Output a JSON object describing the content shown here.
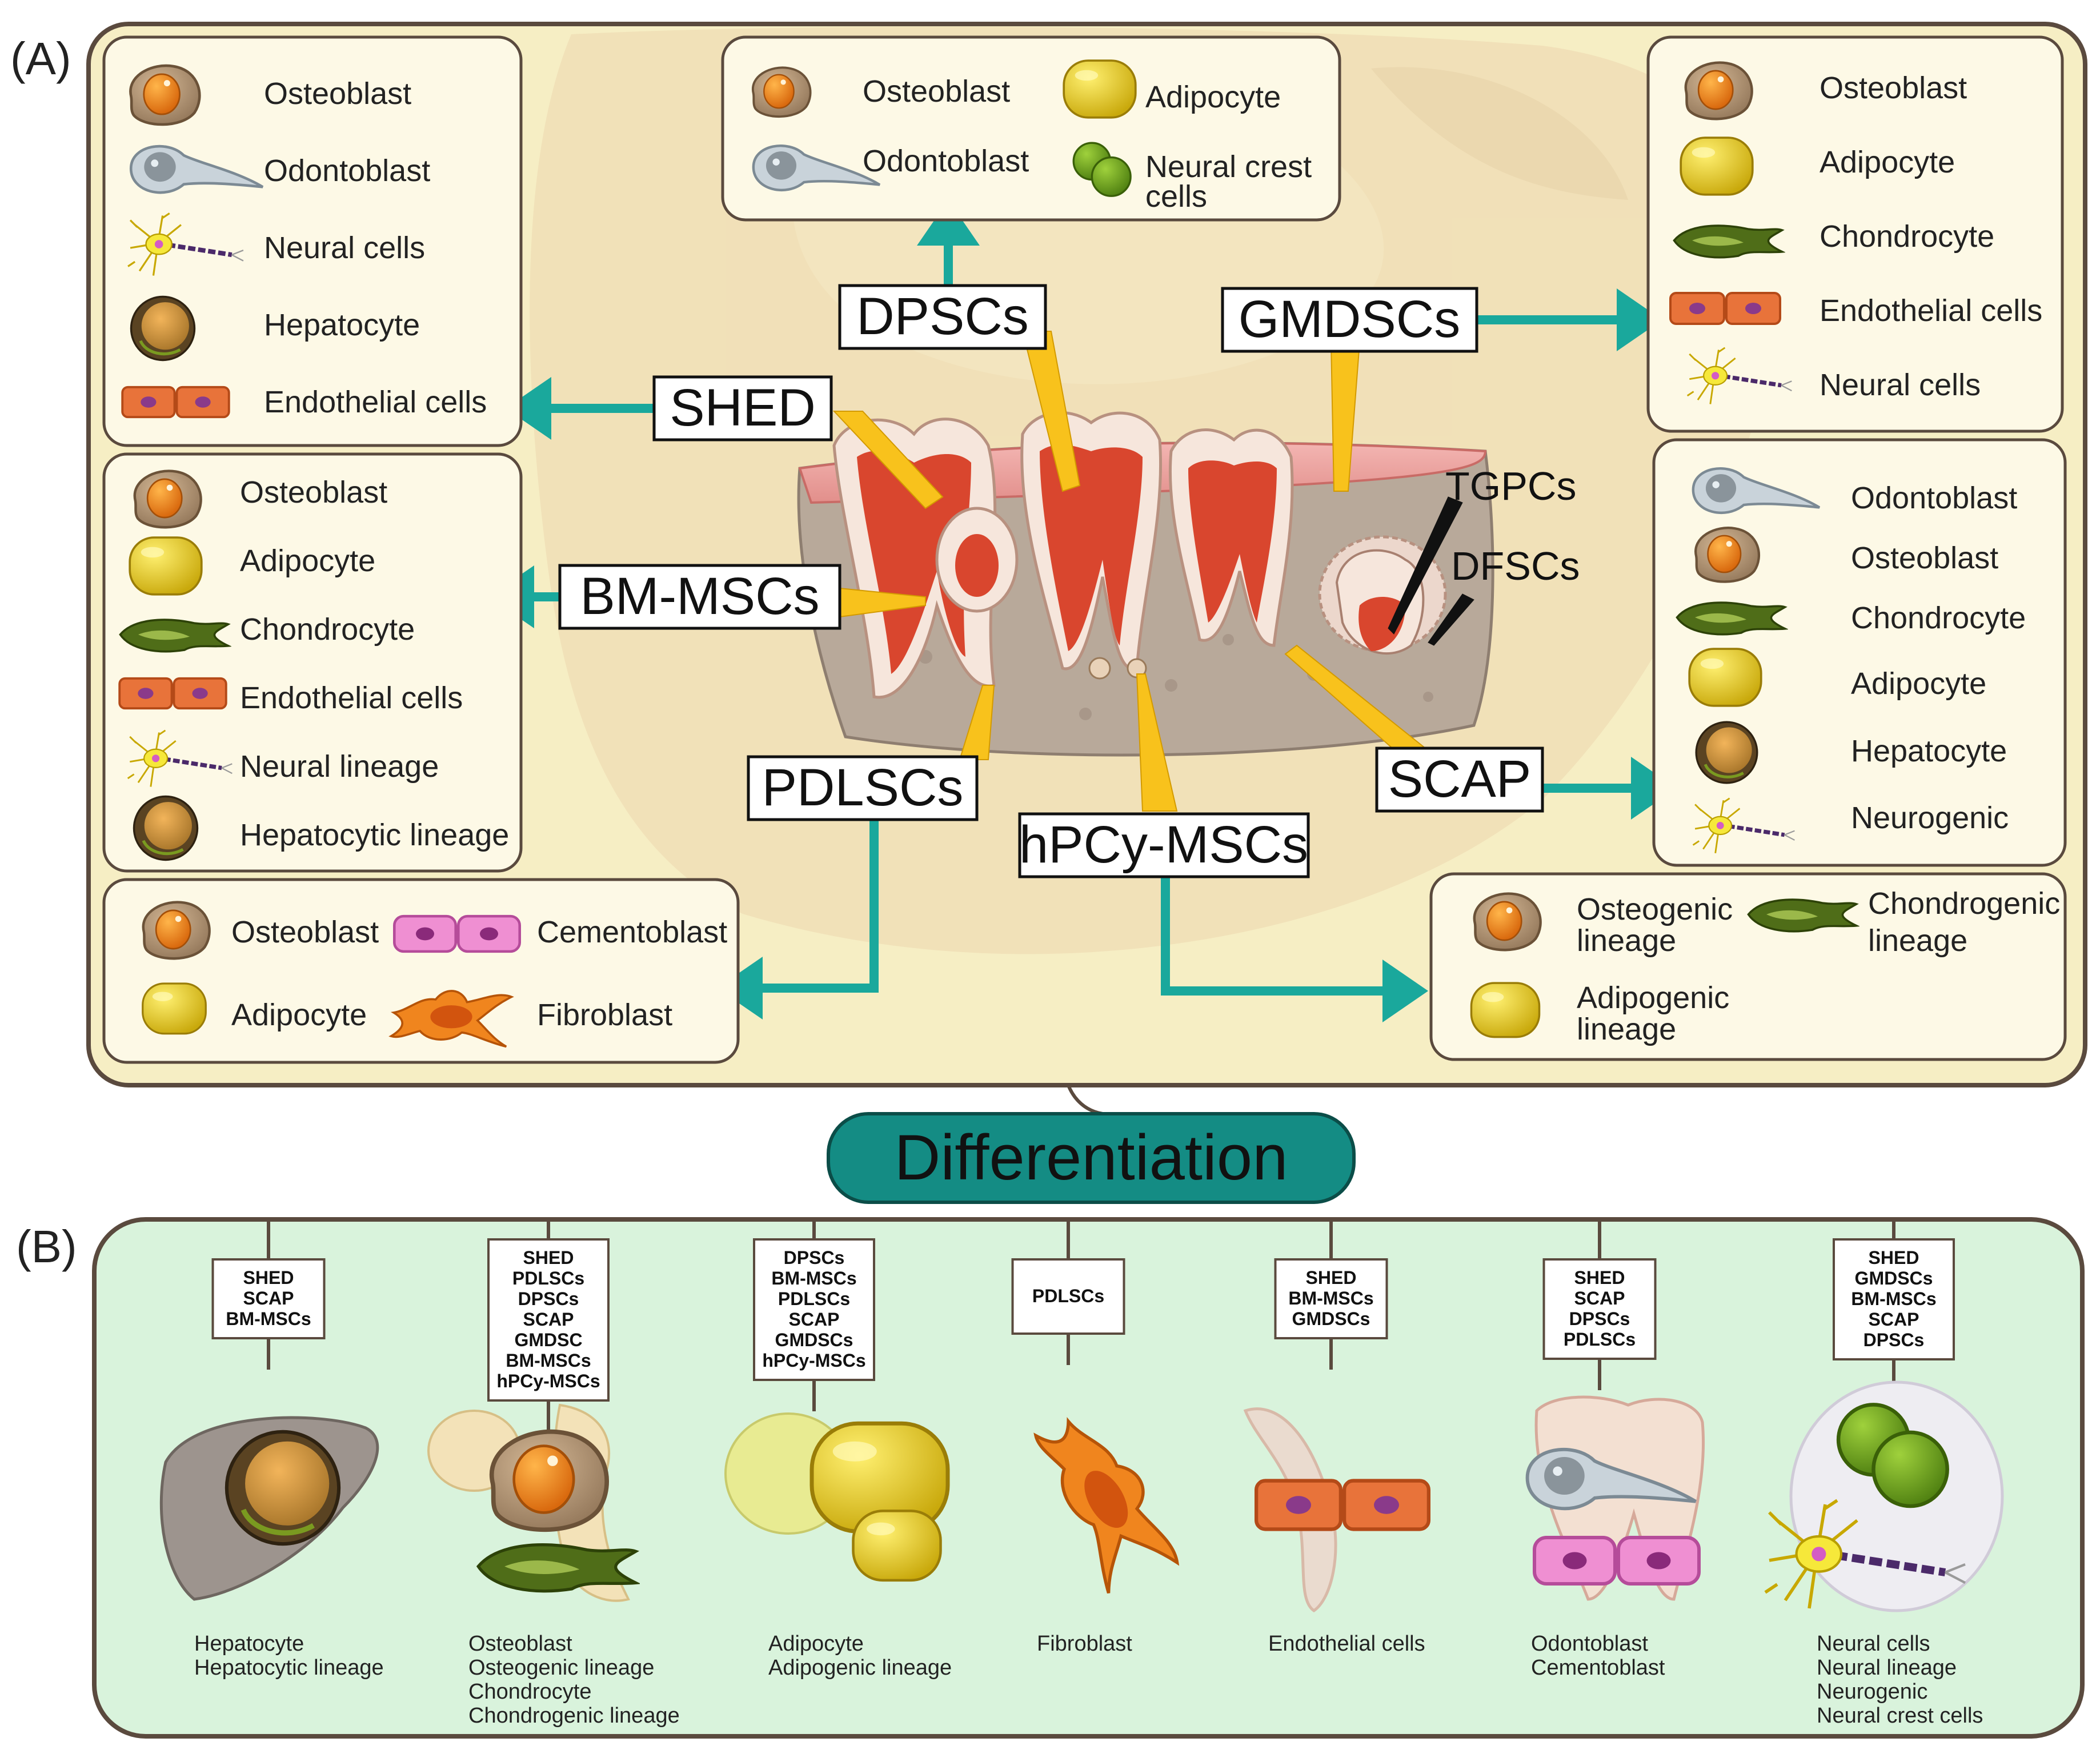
{
  "panel_a": {
    "label": "(A)",
    "sources": {
      "shed": "SHED",
      "dpscs": "DPSCs",
      "gmdscs": "GMDSCs",
      "bm_mscs": "BM-MSCs",
      "pdlscs": "PDLSCs",
      "hpcy_mscs": "hPCy-MSCs",
      "scap": "SCAP",
      "tgpcs": "TGPCs",
      "dfscs": "DFSCs"
    },
    "boxes": {
      "shed": [
        "Osteoblast",
        "Odontoblast",
        "Neural cells",
        "Hepatocyte",
        "Endothelial cells"
      ],
      "dpscs": [
        "Osteoblast",
        "Odontoblast",
        "Adipocyte",
        "Neural crest",
        "cells"
      ],
      "gmdscs": [
        "Osteoblast",
        "Adipocyte",
        "Chondrocyte",
        "Endothelial cells",
        "Neural cells"
      ],
      "bm_mscs": [
        "Osteoblast",
        "Adipocyte",
        "Chondrocyte",
        "Endothelial cells",
        "Neural lineage",
        "Hepatocytic lineage"
      ],
      "scap": [
        "Odontoblast",
        "Osteoblast",
        "Chondrocyte",
        "Adipocyte",
        "Hepatocyte",
        "Neurogenic"
      ],
      "pdlscs": [
        "Osteoblast",
        "Cementoblast",
        "Adipocyte",
        "Fibroblast"
      ],
      "hpcy": [
        "Osteogenic",
        "lineage",
        "Chondrogenic",
        "lineage",
        "Adipogenic",
        "lineage"
      ]
    }
  },
  "differentiation": "Differentiation",
  "panel_b": {
    "label": "(B)",
    "columns": [
      {
        "sources": [
          "SHED",
          "SCAP",
          "BM-MSCs"
        ],
        "outcomes": [
          "Hepatocyte",
          "Hepatocytic lineage"
        ]
      },
      {
        "sources": [
          "SHED",
          "PDLSCs",
          "DPSCs",
          "SCAP",
          "GMDSC",
          "BM-MSCs",
          "hPCy-MSCs"
        ],
        "outcomes": [
          "Osteoblast",
          "Osteogenic lineage",
          "Chondrocyte",
          "Chondrogenic lineage"
        ]
      },
      {
        "sources": [
          "DPSCs",
          "BM-MSCs",
          "PDLSCs",
          "SCAP",
          "GMDSCs",
          "hPCy-MSCs"
        ],
        "outcomes": [
          "Adipocyte",
          "Adipogenic lineage"
        ]
      },
      {
        "sources": [
          "PDLSCs"
        ],
        "outcomes": [
          "Fibroblast"
        ]
      },
      {
        "sources": [
          "SHED",
          "BM-MSCs",
          "GMDSCs"
        ],
        "outcomes": [
          "Endothelial cells"
        ]
      },
      {
        "sources": [
          "SHED",
          "SCAP",
          "DPSCs",
          "PDLSCs"
        ],
        "outcomes": [
          "Odontoblast",
          "Cementoblast"
        ]
      },
      {
        "sources": [
          "SHED",
          "GMDSCs",
          "BM-MSCs",
          "SCAP",
          "DPSCs"
        ],
        "outcomes": [
          "Neural cells",
          "Neural lineage",
          "Neurogenic",
          "Neural crest cells"
        ]
      }
    ]
  },
  "colors": {
    "panel_a_fill": "#f7f0c6",
    "panel_b_fill": "#d9f3dc",
    "teal": "#1aa89c",
    "diff_pill": "#148c84",
    "callout": "#f8c21c",
    "frame": "#5a4a3e"
  }
}
